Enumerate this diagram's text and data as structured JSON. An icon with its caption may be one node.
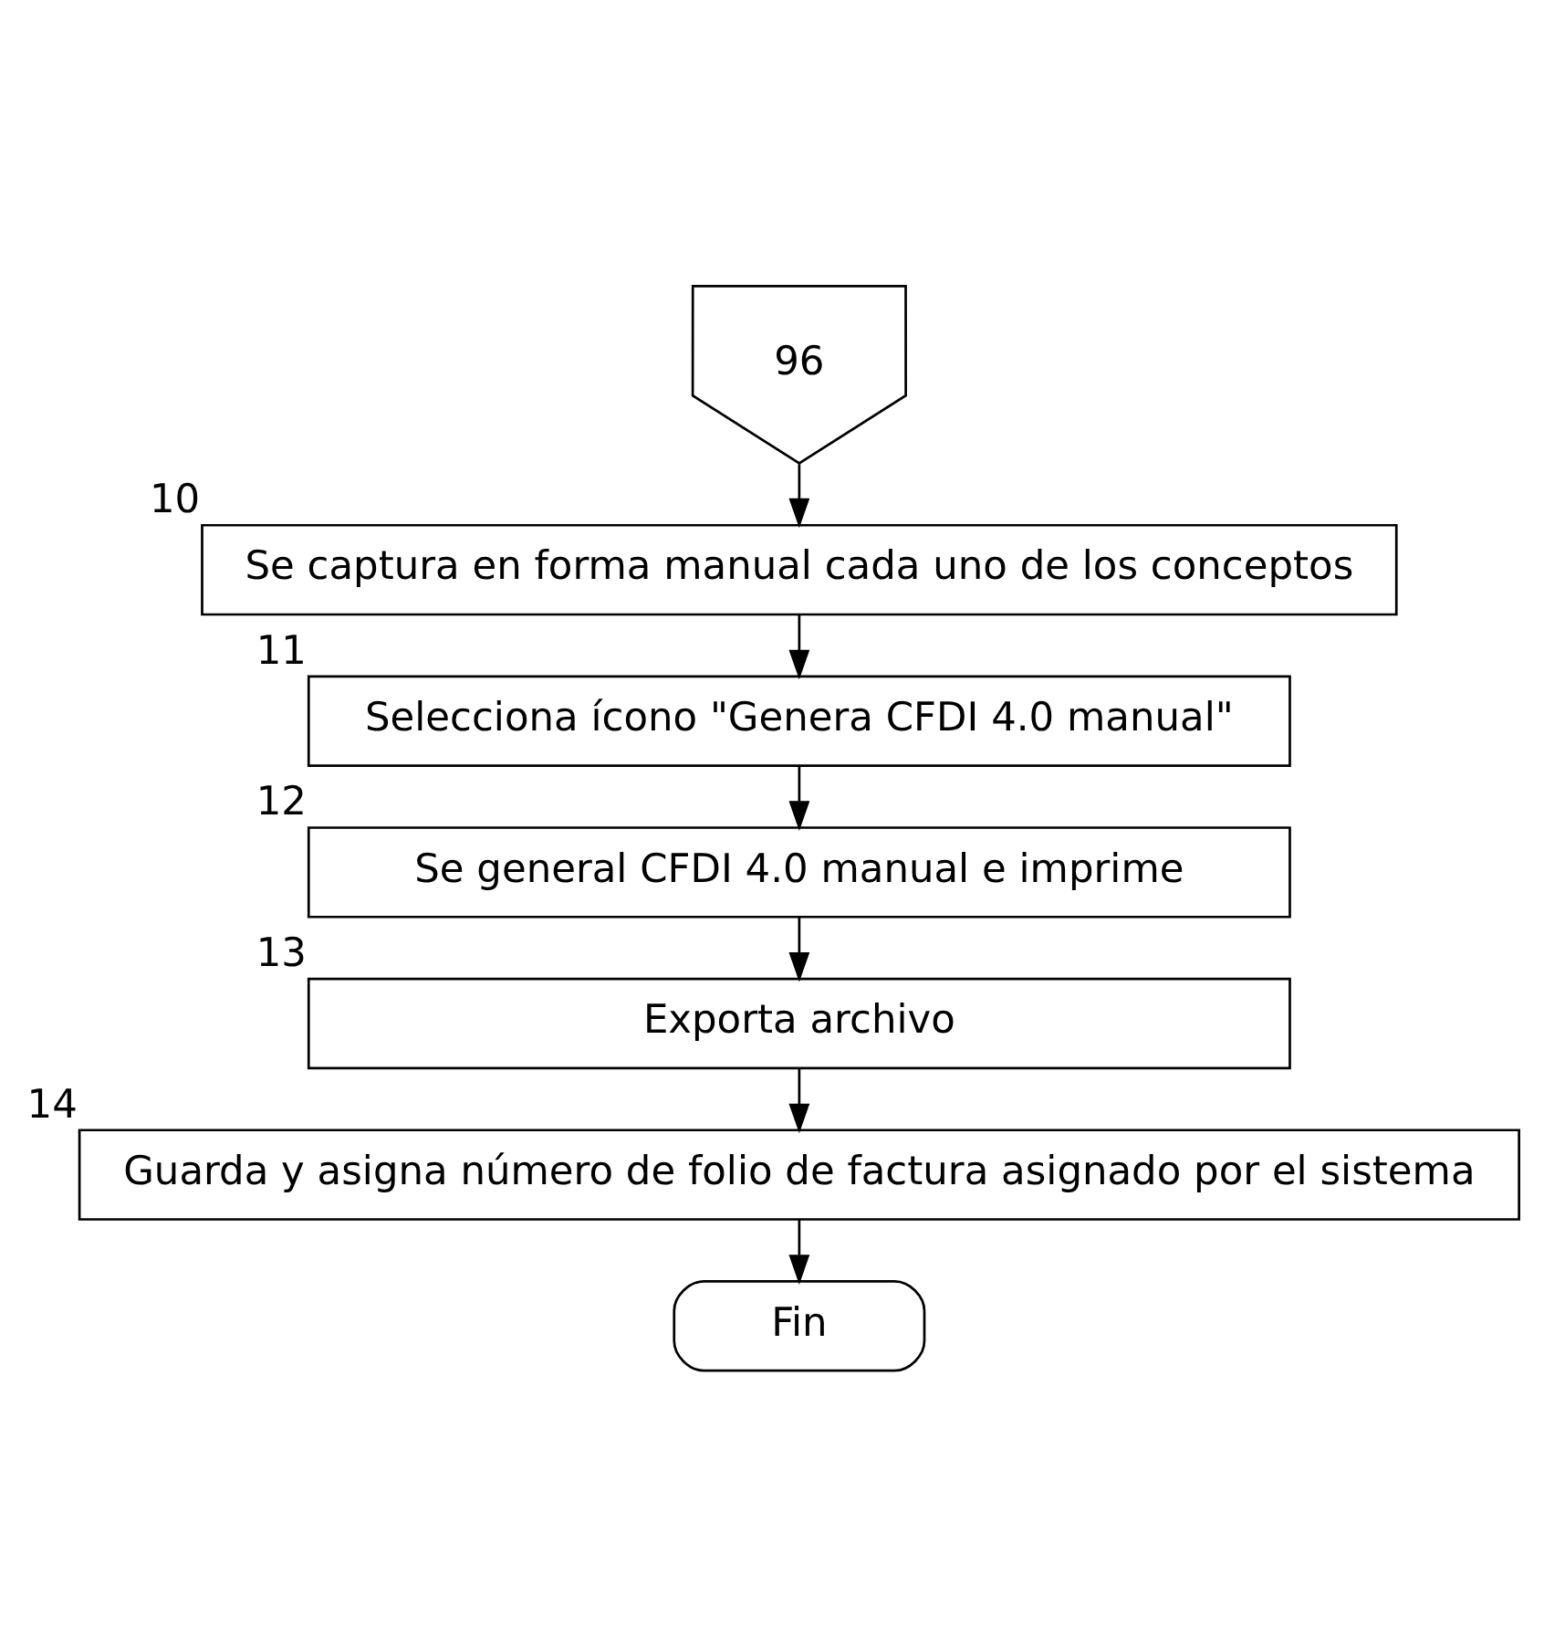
{
  "diagram": {
    "nodes": [
      {
        "text": [
          "96"
        ]
      },
      {
        "text": [
          "Se captura en forma manual cada uno de los conceptos"
        ],
        "beside": [
          "10"
        ]
      },
      {
        "text": [
          "Selecciona ícono \"Genera CFDI 4.0 manual\""
        ],
        "beside": [
          "11"
        ]
      },
      {
        "text": [
          "Se general CFDI 4.0 manual e imprime"
        ],
        "beside": [
          "12"
        ]
      },
      {
        "text": [
          "Exporta archivo"
        ],
        "beside": [
          "13"
        ]
      },
      {
        "text": [
          "Guarda y asigna número de folio de factura asignado por el sistema"
        ],
        "beside": [
          "14"
        ]
      },
      {
        "text": [
          "Fin"
        ]
      }
    ],
    "edges": [
      {
        "from": 0,
        "to": 1,
        "arrow": "to"
      },
      {
        "from": 1,
        "to": 2,
        "arrow": "to"
      },
      {
        "from": 2,
        "to": 3,
        "arrow": "to"
      },
      {
        "from": 3,
        "to": 4,
        "arrow": "to"
      },
      {
        "from": 4,
        "to": 5,
        "arrow": "to"
      },
      {
        "from": 5,
        "to": 6,
        "arrow": "to"
      }
    ]
  }
}
